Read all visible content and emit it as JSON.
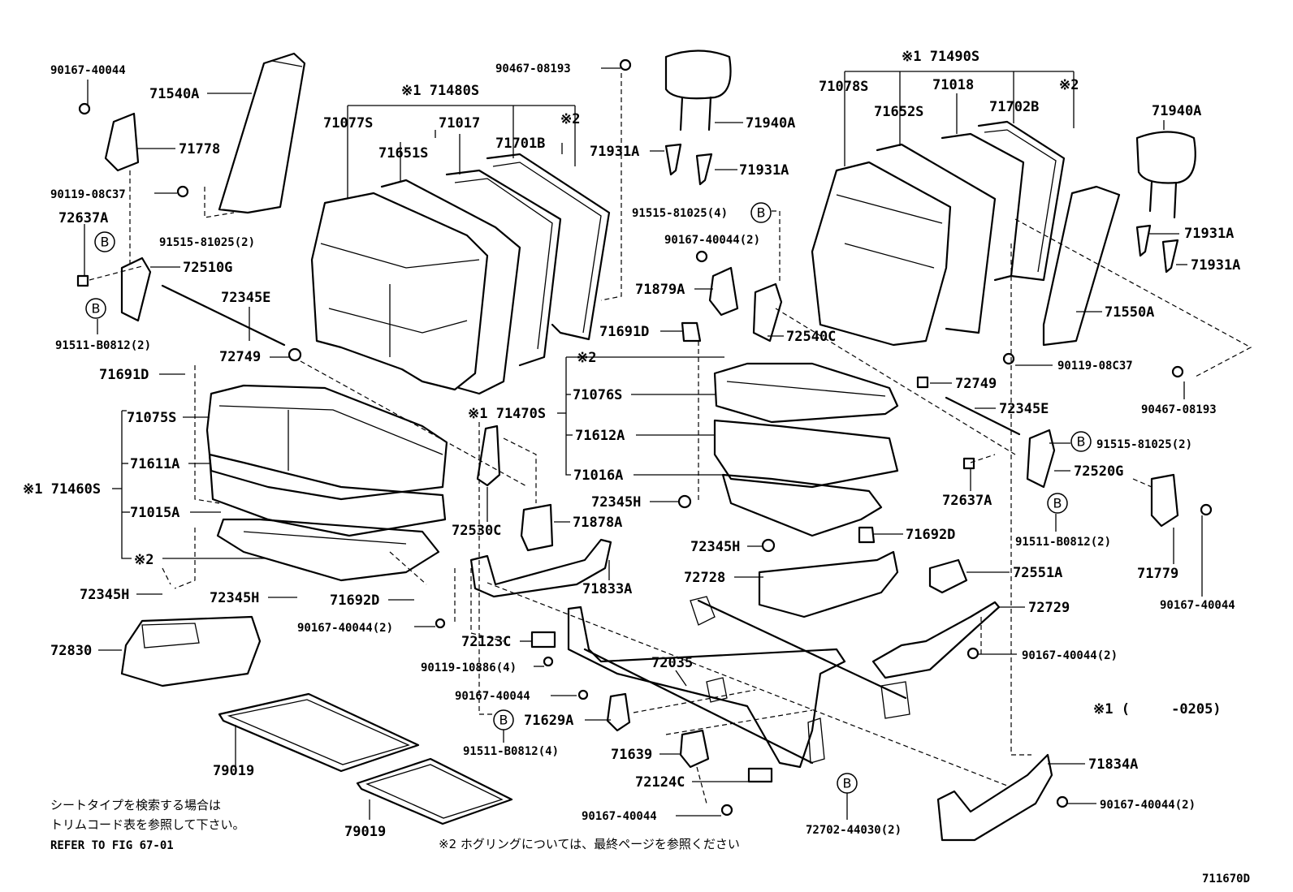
{
  "title": "",
  "callouts": [
    {
      "id": "p90167_40044_tl",
      "text": "90167-40044"
    },
    {
      "id": "p71540A",
      "text": "71540A"
    },
    {
      "id": "p71778",
      "text": "71778"
    },
    {
      "id": "p90119_08C37_l",
      "text": "90119-08C37"
    },
    {
      "id": "p72637A_l",
      "text": "72637A"
    },
    {
      "id": "p91515_81025_2_l",
      "text": "91515-81025(2)"
    },
    {
      "id": "p72510G",
      "text": "72510G"
    },
    {
      "id": "p72345E_l",
      "text": "72345E"
    },
    {
      "id": "p91511_B0812_2_l",
      "text": "91511-B0812(2)"
    },
    {
      "id": "p72749_l",
      "text": "72749"
    },
    {
      "id": "p71691D_l",
      "text": "71691D"
    },
    {
      "id": "p71075S",
      "text": "71075S"
    },
    {
      "id": "p71611A",
      "text": "71611A"
    },
    {
      "id": "p71460S",
      "text": "※1 71460S"
    },
    {
      "id": "p71015A",
      "text": "71015A"
    },
    {
      "id": "p2_l",
      "text": "※2"
    },
    {
      "id": "p72345H_l1",
      "text": "72345H"
    },
    {
      "id": "p72345H_l2",
      "text": "72345H"
    },
    {
      "id": "p71692D_l",
      "text": "71692D"
    },
    {
      "id": "p72830",
      "text": "72830"
    },
    {
      "id": "p79019_a",
      "text": "79019"
    },
    {
      "id": "p79019_b",
      "text": "79019"
    },
    {
      "id": "p71480S",
      "text": "※1 71480S"
    },
    {
      "id": "p71077S",
      "text": "71077S"
    },
    {
      "id": "p71017",
      "text": "71017"
    },
    {
      "id": "p71701B",
      "text": "71701B"
    },
    {
      "id": "p2_c1",
      "text": "※2"
    },
    {
      "id": "p71651S",
      "text": "71651S"
    },
    {
      "id": "p90467_08193_c",
      "text": "90467-08193"
    },
    {
      "id": "p71940A_c",
      "text": "71940A"
    },
    {
      "id": "p71931A_c1",
      "text": "71931A"
    },
    {
      "id": "p71931A_c2",
      "text": "71931A"
    },
    {
      "id": "p91515_81025_4",
      "text": "91515-81025(4)"
    },
    {
      "id": "p90167_40044_2_c",
      "text": "90167-40044(2)"
    },
    {
      "id": "p71879A",
      "text": "71879A"
    },
    {
      "id": "p71691D_c",
      "text": "71691D"
    },
    {
      "id": "p72540C",
      "text": "72540C"
    },
    {
      "id": "p2_c2",
      "text": "※2"
    },
    {
      "id": "p71076S",
      "text": "71076S"
    },
    {
      "id": "p71470S",
      "text": "※1 71470S"
    },
    {
      "id": "p71612A",
      "text": "71612A"
    },
    {
      "id": "p71016A",
      "text": "71016A"
    },
    {
      "id": "p72345H_c1",
      "text": "72345H"
    },
    {
      "id": "p72345H_c2",
      "text": "72345H"
    },
    {
      "id": "p71692D_c",
      "text": "71692D"
    },
    {
      "id": "p72530C",
      "text": "72530C"
    },
    {
      "id": "p71878A",
      "text": "71878A"
    },
    {
      "id": "p71833A",
      "text": "71833A"
    },
    {
      "id": "p72728",
      "text": "72728"
    },
    {
      "id": "p90167_40044_2_m",
      "text": "90167-40044(2)"
    },
    {
      "id": "p72123C",
      "text": "72123C"
    },
    {
      "id": "p90119_10886_4",
      "text": "90119-10886(4)"
    },
    {
      "id": "p72035",
      "text": "72035"
    },
    {
      "id": "p90167_40044_m",
      "text": "90167-40044"
    },
    {
      "id": "p71629A",
      "text": "71629A"
    },
    {
      "id": "p91511_B0812_4",
      "text": "91511-B0812(4)"
    },
    {
      "id": "p71639",
      "text": "71639"
    },
    {
      "id": "p72124C",
      "text": "72124C"
    },
    {
      "id": "p90167_40044_b",
      "text": "90167-40044"
    },
    {
      "id": "p72702_44030_2",
      "text": "72702-44030(2)"
    },
    {
      "id": "p71490S",
      "text": "※1 71490S"
    },
    {
      "id": "p71078S",
      "text": "71078S"
    },
    {
      "id": "p71018",
      "text": "71018"
    },
    {
      "id": "p2_r",
      "text": "※2"
    },
    {
      "id": "p71652S",
      "text": "71652S"
    },
    {
      "id": "p71702B",
      "text": "71702B"
    },
    {
      "id": "p71940A_r",
      "text": "71940A"
    },
    {
      "id": "p71931A_r1",
      "text": "71931A"
    },
    {
      "id": "p71931A_r2",
      "text": "71931A"
    },
    {
      "id": "p71550A",
      "text": "71550A"
    },
    {
      "id": "p90119_08C37_r",
      "text": "90119-08C37"
    },
    {
      "id": "p90467_08193_r",
      "text": "90467-08193"
    },
    {
      "id": "p72749_r",
      "text": "72749"
    },
    {
      "id": "p72345E_r",
      "text": "72345E"
    },
    {
      "id": "p91515_81025_2_r",
      "text": "91515-81025(2)"
    },
    {
      "id": "p72637A_r",
      "text": "72637A"
    },
    {
      "id": "p72520G",
      "text": "72520G"
    },
    {
      "id": "p91511_B0812_2_r",
      "text": "91511-B0812(2)"
    },
    {
      "id": "p71779",
      "text": "71779"
    },
    {
      "id": "p90167_40044_r",
      "text": "90167-40044"
    },
    {
      "id": "p72551A",
      "text": "72551A"
    },
    {
      "id": "p72729",
      "text": "72729"
    },
    {
      "id": "p90167_40044_2_r",
      "text": "90167-40044(2)"
    },
    {
      "id": "p71834A",
      "text": "71834A"
    },
    {
      "id": "p90167_40044_2_rb",
      "text": "90167-40044(2)"
    }
  ],
  "markers": {
    "b": "B"
  },
  "notes": {
    "note1": "※1 (     -0205)",
    "jp_line1": "シートタイプを検索する場合は",
    "jp_line2": "トリムコード表を参照して下さい。",
    "refer": "REFER TO FIG 67-01",
    "note2": "※2 ホグリングについては、最終ページを参照ください",
    "fig_id": "711670D"
  }
}
